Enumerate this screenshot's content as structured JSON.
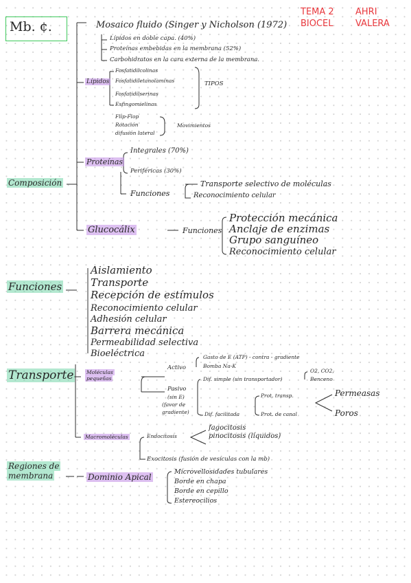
{
  "header": {
    "title": "Mb. ¢.",
    "topic_line1": "TEMA 2",
    "topic_line2": "BIOCEL",
    "author_line1": "AHRI",
    "author_line2": "VALERA"
  },
  "composicion": {
    "heading": "Composición",
    "mosaico": "Mosaico fluido (Singer y Nicholson (1972)",
    "mosaico_items": [
      "Lípidos en doble capa. (40%)",
      "Proteínas embebidas en la membrana (52%)",
      "Carbohidratos en la cara externa de la membrana."
    ],
    "lipidos": {
      "label": "Lípidos",
      "tipos": [
        "Fosfatidilcolinas",
        "Fosfatidiletanolaminas",
        "Fosfatidilserinas",
        "Esfingomielinas"
      ],
      "tipos_label": "TIPOS",
      "movimientos": [
        "Flip-Flop",
        "Rotación",
        "difusión lateral"
      ],
      "movimientos_label": "Movimientos"
    },
    "proteinas": {
      "label": "Proteínas",
      "tipos": [
        "Integrales (70%)",
        "Periféricas (30%)"
      ],
      "funciones_label": "Funciones",
      "funciones": [
        "Transporte selectivo de moléculas",
        "Reconocimiento celular"
      ]
    },
    "glucocalix": {
      "label": "Glucocálix",
      "funciones_label": "Funciones",
      "funciones": [
        "Protección mecánica",
        "Anclaje de enzimas",
        "Grupo sanguíneo",
        "Reconocimiento celular"
      ]
    }
  },
  "funciones": {
    "heading": "Funciones",
    "items": [
      "Aislamiento",
      "Transporte",
      "Recepción de estímulos",
      "Reconocimiento celular",
      "Adhesión celular",
      "Barrera mecánica",
      "Permeabilidad selectiva",
      "Bioeléctrica"
    ]
  },
  "transporte": {
    "heading": "Transporte",
    "moleculas_label_1": "Moléculas",
    "moleculas_label_2": "pequeñas",
    "activo_label": "Activo",
    "activo_items": [
      "Gasto de E (ATP) - contra - gradiente",
      "Bomba Na-K"
    ],
    "pasivo_label": "Pasivo",
    "pasivo_sub": [
      "(sin E)",
      "(favor de",
      "gradiente)"
    ],
    "dif_simple": "Dif. simple (sin transportador)",
    "dif_simple_items": [
      "O2, CO2,",
      "Benceno"
    ],
    "dif_facilitada": "Dif. facilitada",
    "dif_fac_items": [
      "Prot. transp.",
      "Prot. de canal"
    ],
    "canal_items": [
      "Permeasas",
      "Poros"
    ],
    "macro_label": "Macromoléculas",
    "endocitosis": "Endocitosis",
    "endo_items": [
      "fagocitosis",
      "pinocitosis (líquidos)"
    ],
    "exocitosis": "Exocitosis (fusión de vesículas con la mb)"
  },
  "regiones": {
    "heading_1": "Regiones de",
    "heading_2": "membrana",
    "dominio": "Dominio Apical",
    "items": [
      "Microvellosidades tubulares",
      "Borde en chapa",
      "Borde en cepillo",
      "Estereocilios"
    ]
  }
}
